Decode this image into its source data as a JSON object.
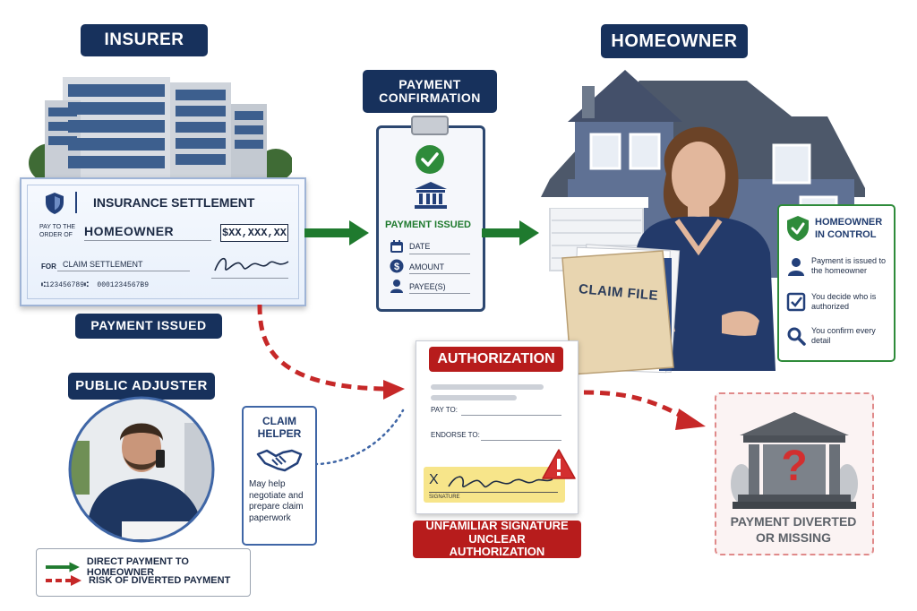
{
  "insurer": {
    "title": "INSURER"
  },
  "homeowner": {
    "title": "HOMEOWNER"
  },
  "check": {
    "title": "INSURANCE SETTLEMENT",
    "pay_to_label": "PAY TO THE ORDER OF",
    "payee": "HOMEOWNER",
    "amount": "$XX,XXX,XX",
    "for_label": "FOR",
    "memo": "CLAIM SETTLEMENT",
    "micr": "⑆123456789⑆  0001234567B9"
  },
  "payment_issued_label": "PAYMENT ISSUED",
  "confirmation": {
    "title": "PAYMENT CONFIRMATION",
    "status": "PAYMENT ISSUED",
    "fields": [
      "DATE",
      "AMOUNT",
      "PAYEE(S)"
    ]
  },
  "claim_file": {
    "label": "CLAIM FILE"
  },
  "control": {
    "title": "HOMEOWNER IN CONTROL",
    "items": [
      {
        "icon": "person-icon",
        "text": "Payment is issued to the homeowner"
      },
      {
        "icon": "checkbox-icon",
        "text": "You decide who is authorized"
      },
      {
        "icon": "magnifier-icon",
        "text": "You confirm every detail"
      }
    ]
  },
  "public_adjuster": {
    "title": "PUBLIC ADJUSTER"
  },
  "claim_helper": {
    "title": "CLAIM HELPER",
    "text": "May help negotiate and prepare claim paperwork"
  },
  "authorization": {
    "title": "AUTHORIZATION",
    "pay_to_label": "PAY TO:",
    "endorse_label": "ENDORSE TO:",
    "sign_x": "X",
    "signature_label": "SIGNATURE",
    "warning": "UNFAMILIAR SIGNATURE UNCLEAR AUTHORIZATION"
  },
  "missing": {
    "text": "PAYMENT DIVERTED OR MISSING"
  },
  "legend": {
    "items": [
      {
        "label": "DIRECT PAYMENT TO HOMEOWNER",
        "style": "solid",
        "color": "#1f7a2e"
      },
      {
        "label": "RISK OF DIVERTED PAYMENT",
        "style": "dashed",
        "color": "#c62828"
      }
    ]
  },
  "colors": {
    "navy": "#17315c",
    "green": "#1f7a2e",
    "red": "#c62828"
  }
}
